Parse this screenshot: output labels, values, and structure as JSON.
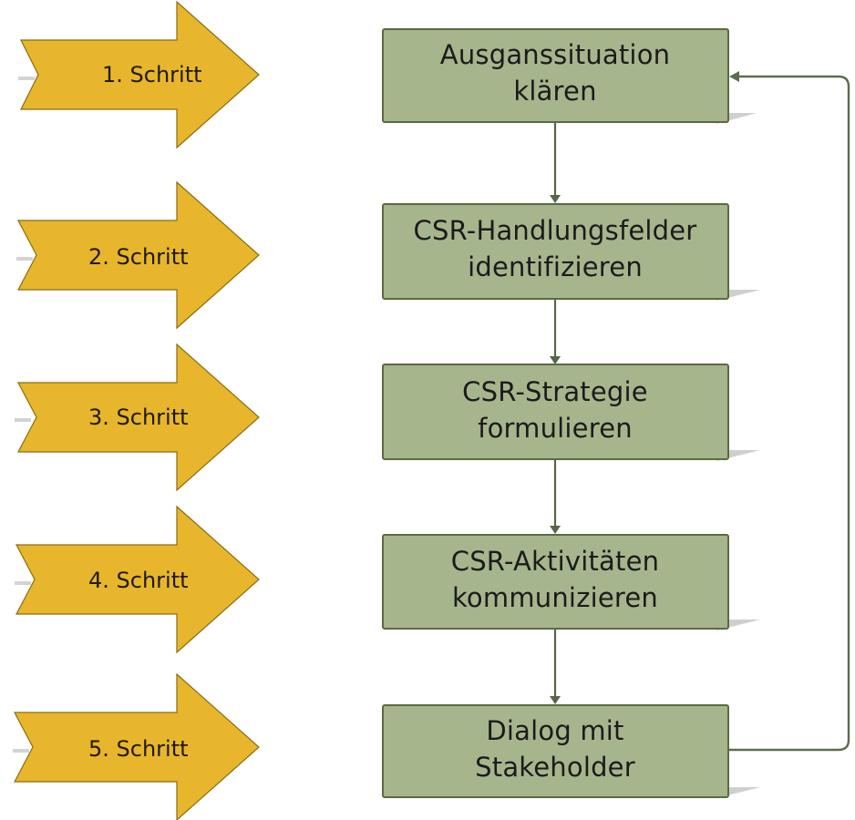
{
  "colors": {
    "step_arrow_fill": "#e7b62c",
    "process_box_fill": "#a7b58d",
    "connector": "#59654a"
  },
  "steps": [
    {
      "label": "1. Schritt"
    },
    {
      "label": "2. Schritt"
    },
    {
      "label": "3. Schritt"
    },
    {
      "label": "4. Schritt"
    },
    {
      "label": "5. Schritt"
    }
  ],
  "boxes": [
    {
      "line1": "Ausganssituation",
      "line2": "klären"
    },
    {
      "line1": "CSR-Handlungsfelder",
      "line2": "identifizieren"
    },
    {
      "line1": "CSR-Strategie",
      "line2": "formulieren"
    },
    {
      "line1": "CSR-Aktivitäten",
      "line2": "kommunizieren"
    },
    {
      "line1": "Dialog mit",
      "line2": "Stakeholder"
    }
  ]
}
